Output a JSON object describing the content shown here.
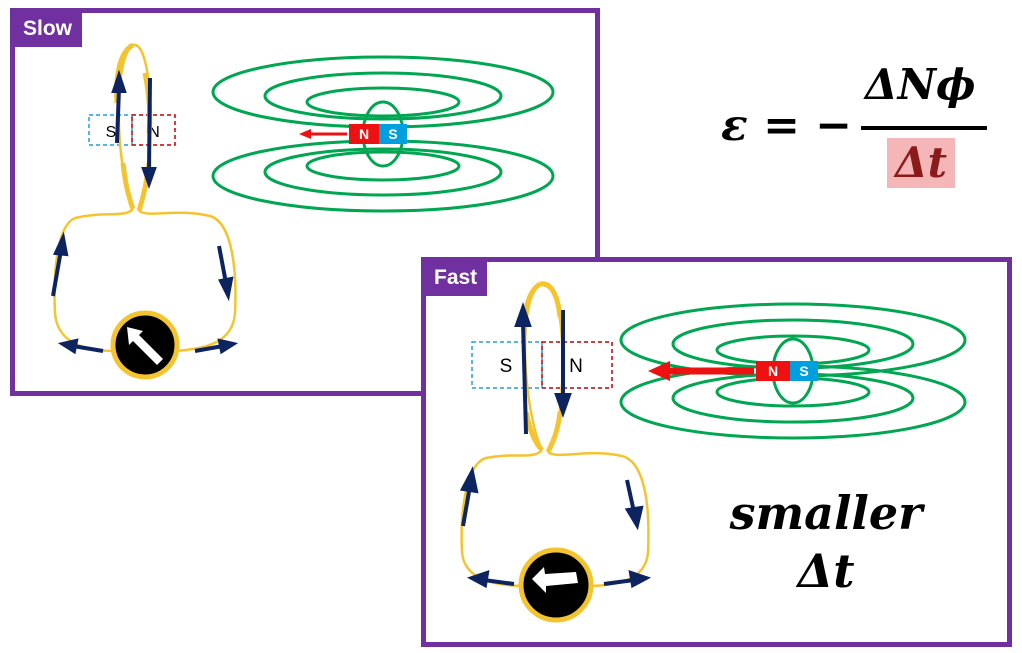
{
  "panels": {
    "slow": {
      "label": "Slow",
      "coil_south": "S",
      "coil_north": "N",
      "magnet_north": "N",
      "magnet_south": "S"
    },
    "fast": {
      "label": "Fast",
      "coil_south": "S",
      "coil_north": "N",
      "magnet_north": "N",
      "magnet_south": "S"
    }
  },
  "formula": {
    "lhs": "ε = −",
    "numerator": "ΔNϕ",
    "denominator": "Δt"
  },
  "caption": {
    "line1": "smaller",
    "line2": "Δt"
  },
  "colors": {
    "frame": "#7030a0",
    "field_lines": "#00a651",
    "wire": "#f4c430",
    "current_arrows": "#0d2460",
    "magnet_north": "#ee1111",
    "magnet_south": "#00a0e0",
    "coil_south_box": "#1ea0d8",
    "coil_north_box": "#c00000",
    "highlight": "#f4b6b6"
  }
}
